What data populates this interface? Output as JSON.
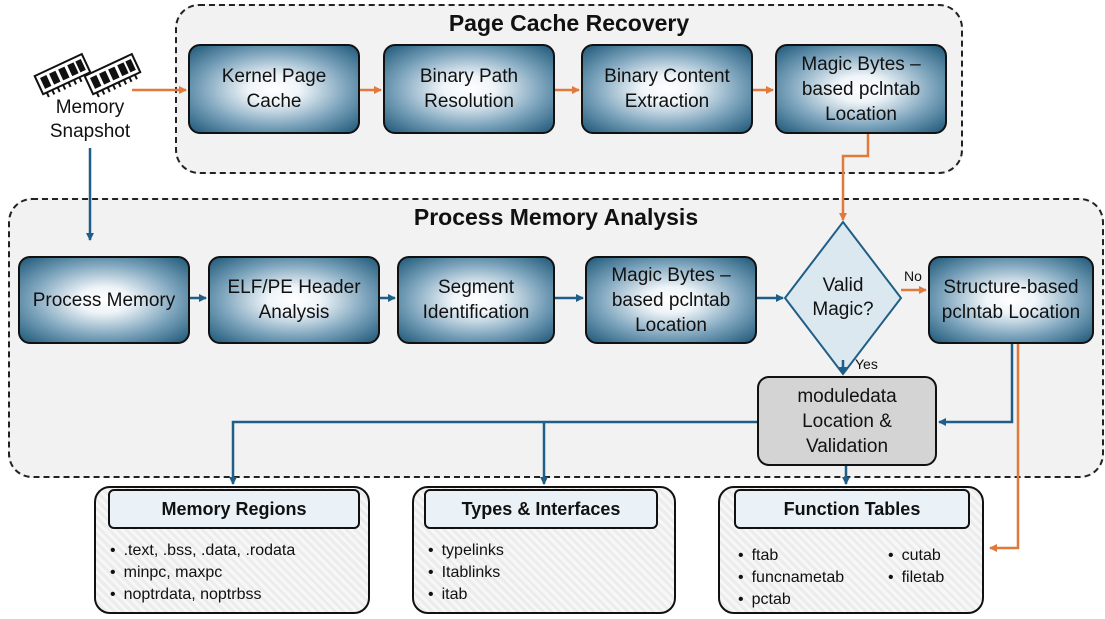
{
  "snapshot": {
    "label_line1": "Memory",
    "label_line2": "Snapshot",
    "icon": "memory-chip-icon"
  },
  "page_cache": {
    "title": "Page Cache Recovery",
    "steps": [
      "Kernel Page Cache",
      "Binary Path Resolution",
      "Binary Content Extraction",
      "Magic Bytes – based pclntab Location"
    ]
  },
  "process_memory": {
    "title": "Process Memory Analysis",
    "steps": [
      "Process Memory",
      "ELF/PE Header Analysis",
      "Segment Identification",
      "Magic Bytes – based pclntab Location"
    ],
    "decision": {
      "line1": "Valid",
      "line2": "Magic?",
      "no_label": "No",
      "yes_label": "Yes"
    },
    "structure_box": "Structure-based pclntab Location",
    "moduledata_box": "moduledata Location & Validation"
  },
  "outputs": [
    {
      "title": "Memory Regions",
      "items": [
        ".text, .bss, .data, .rodata",
        "minpc, maxpc",
        "noptrdata, noptrbss"
      ]
    },
    {
      "title": "Types & Interfaces",
      "items": [
        "typelinks",
        "Itablinks",
        "itab"
      ]
    },
    {
      "title": "Function Tables",
      "items_left": [
        "ftab",
        "funcnametab",
        "pctab"
      ],
      "items_right": [
        "cutab",
        "filetab"
      ]
    }
  ],
  "colors": {
    "blue_arrow": "#1f5f87",
    "orange_arrow": "#e0793a",
    "box_dark": "#1e5878",
    "region_fill": "#f2f2f2"
  }
}
